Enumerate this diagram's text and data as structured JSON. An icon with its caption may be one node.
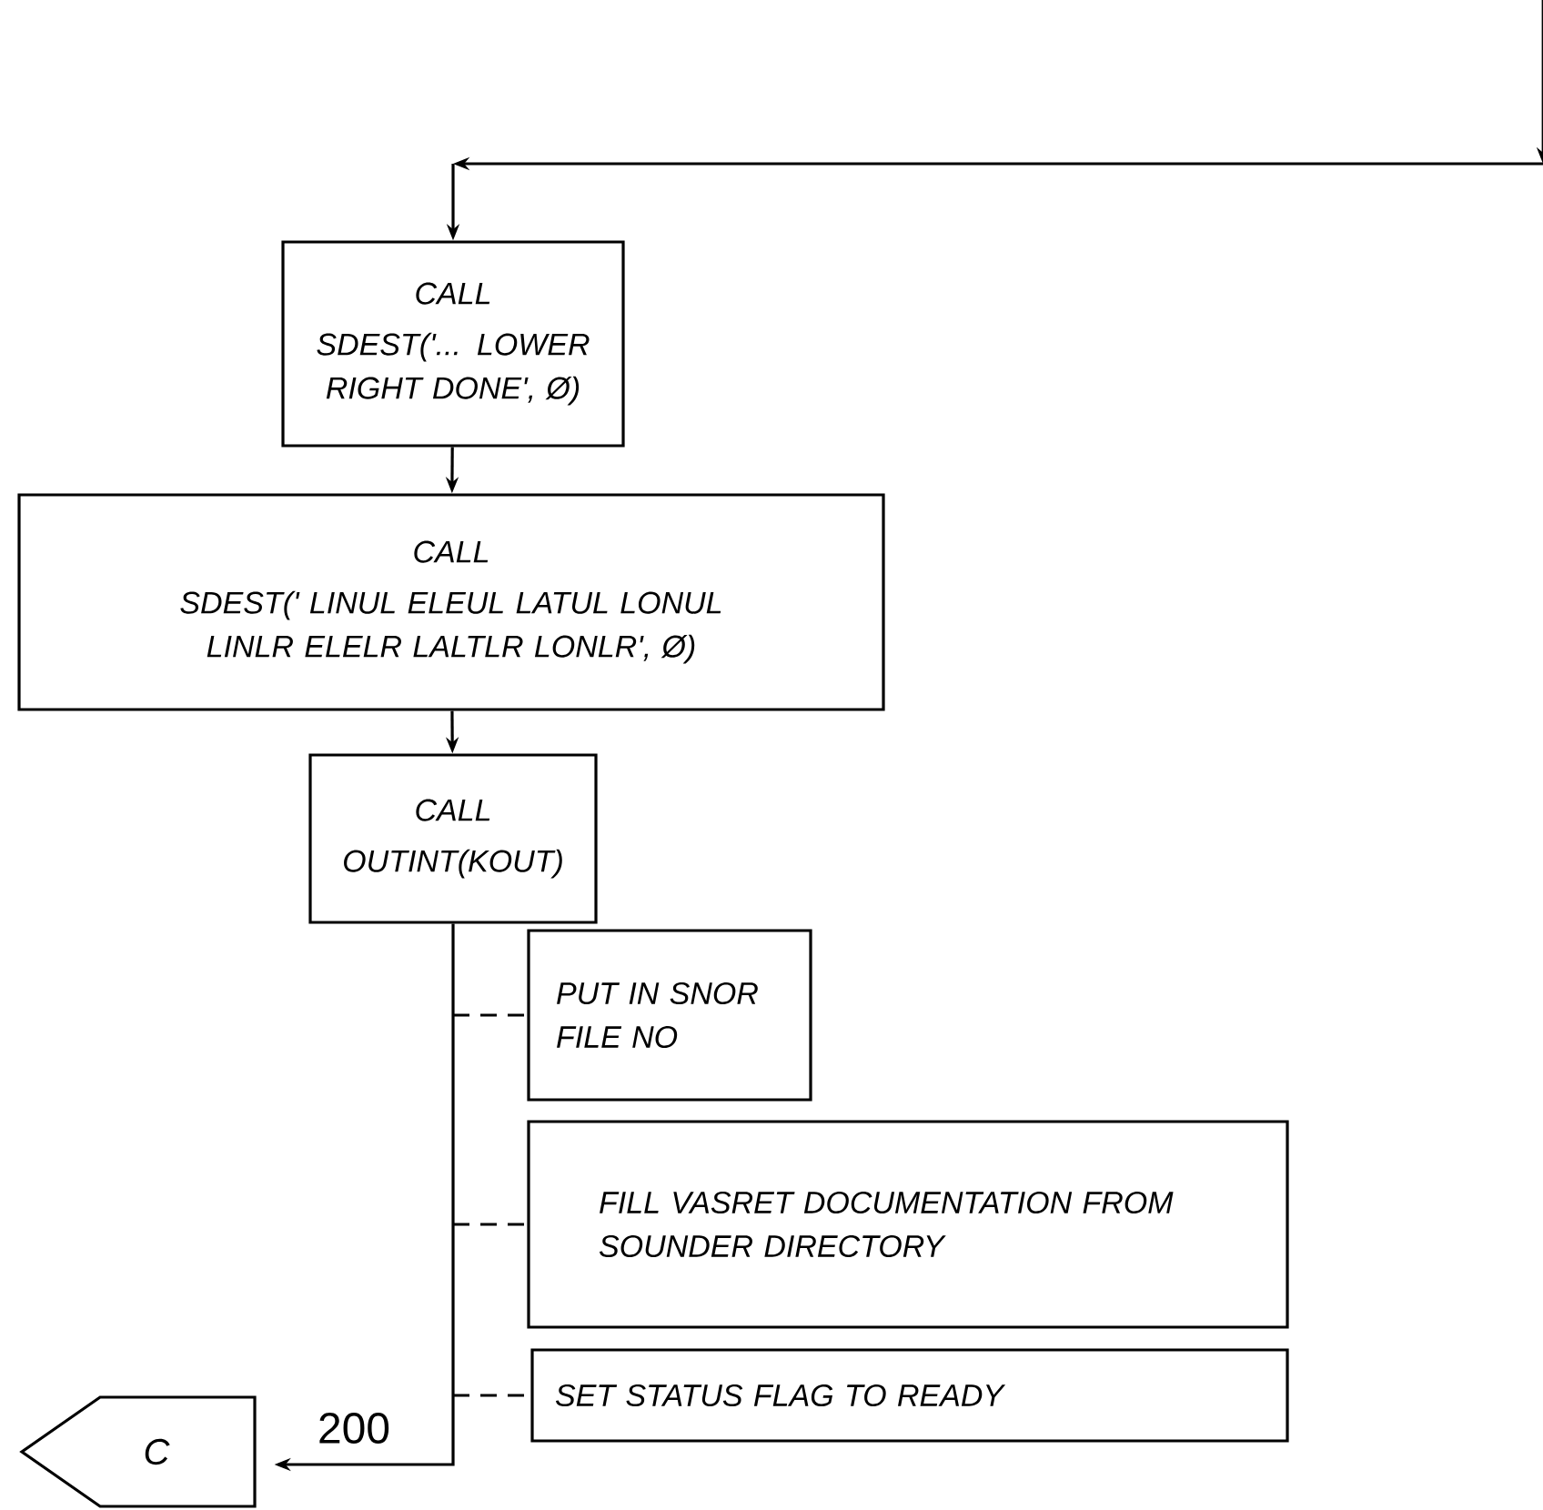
{
  "diagram": {
    "nodes": [
      {
        "text": [
          "CALL",
          "SDEST('... LOWER RIGHT DONE', Ø)"
        ]
      },
      {
        "text": [
          "CALL",
          "SDEST(' LINUL ELEUL LATUL LONUL LINLR ELELR LALTLR LONLR', Ø)"
        ]
      },
      {
        "text": [
          "CALL",
          "OUTINT(KOUT)"
        ]
      },
      {
        "text": [
          "PUT IN SNOR FILE NO"
        ]
      },
      {
        "text": [
          "FILL VASRET DOCUMENTATION FROM SOUNDER DIRECTORY"
        ]
      },
      {
        "text": [
          "SET STATUS FLAG TO READY"
        ]
      },
      {
        "text": [
          "C"
        ]
      }
    ],
    "edges": [
      {
        "from": null,
        "to": 0,
        "arrow": "to"
      },
      {
        "from": 0,
        "to": 1,
        "arrow": "to"
      },
      {
        "from": 1,
        "to": 2,
        "arrow": "to"
      },
      {
        "from": null,
        "to": 3,
        "arrow": "none",
        "style": "dashed"
      },
      {
        "from": null,
        "to": 4,
        "arrow": "none",
        "style": "dashed"
      },
      {
        "from": null,
        "to": 5,
        "arrow": "none",
        "style": "dashed"
      },
      {
        "from": 2,
        "to": 6,
        "arrow": "to",
        "label": "200"
      }
    ]
  }
}
